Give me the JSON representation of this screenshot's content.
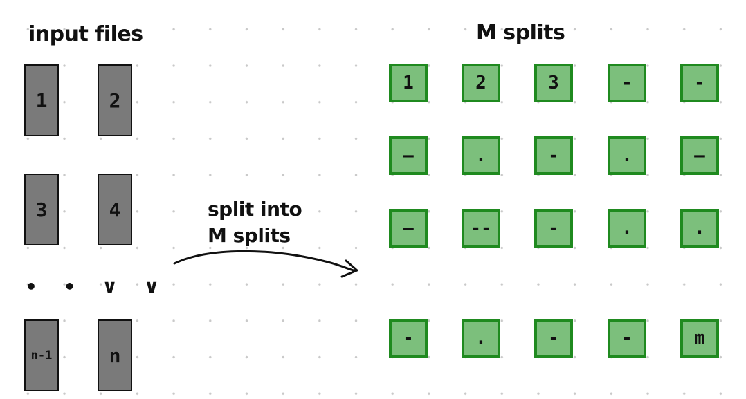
{
  "left_title": "input files",
  "right_title": "M splits",
  "input_files": [
    "1",
    "2",
    "3",
    "4",
    "n-1",
    "n"
  ],
  "ellipsis": "• • ∨ ∨",
  "arrow_label": {
    "line1": "split into",
    "line2": "M splits"
  },
  "splits": {
    "row1": [
      "1",
      "2",
      "3",
      "-",
      "-"
    ],
    "row2": [
      "–",
      ".",
      "-",
      ".",
      "–"
    ],
    "row3": [
      "—",
      "--",
      "-",
      ".",
      "."
    ],
    "row4": [
      "-",
      ".",
      "-",
      "-",
      "m"
    ]
  },
  "colors": {
    "file_fill": "#7a7a7a",
    "split_fill": "#7cbf7c",
    "split_border": "#1f8a1f"
  }
}
